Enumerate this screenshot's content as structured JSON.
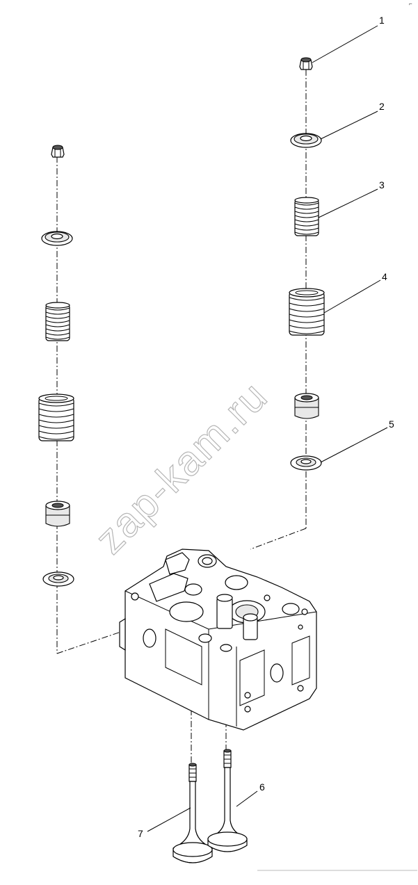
{
  "diagram": {
    "watermark": "zap-kam.ru",
    "corner_mark": "⌐",
    "callouts": [
      {
        "id": "1",
        "label": "1"
      },
      {
        "id": "2",
        "label": "2"
      },
      {
        "id": "3",
        "label": "3"
      },
      {
        "id": "4",
        "label": "4"
      },
      {
        "id": "5",
        "label": "5"
      },
      {
        "id": "6",
        "label": "6"
      },
      {
        "id": "7",
        "label": "7"
      }
    ],
    "parts": [
      {
        "callout": "1",
        "icon": "valve-cotter-icon"
      },
      {
        "callout": "2",
        "icon": "spring-retainer-plate-icon"
      },
      {
        "callout": "3",
        "icon": "inner-valve-spring-icon"
      },
      {
        "callout": "4",
        "icon": "outer-valve-spring-icon"
      },
      {
        "callout": "5",
        "icon": "spring-seat-washer-icon"
      },
      {
        "callout": "6",
        "icon": "exhaust-valve-icon"
      },
      {
        "callout": "7",
        "icon": "intake-valve-icon"
      }
    ]
  }
}
